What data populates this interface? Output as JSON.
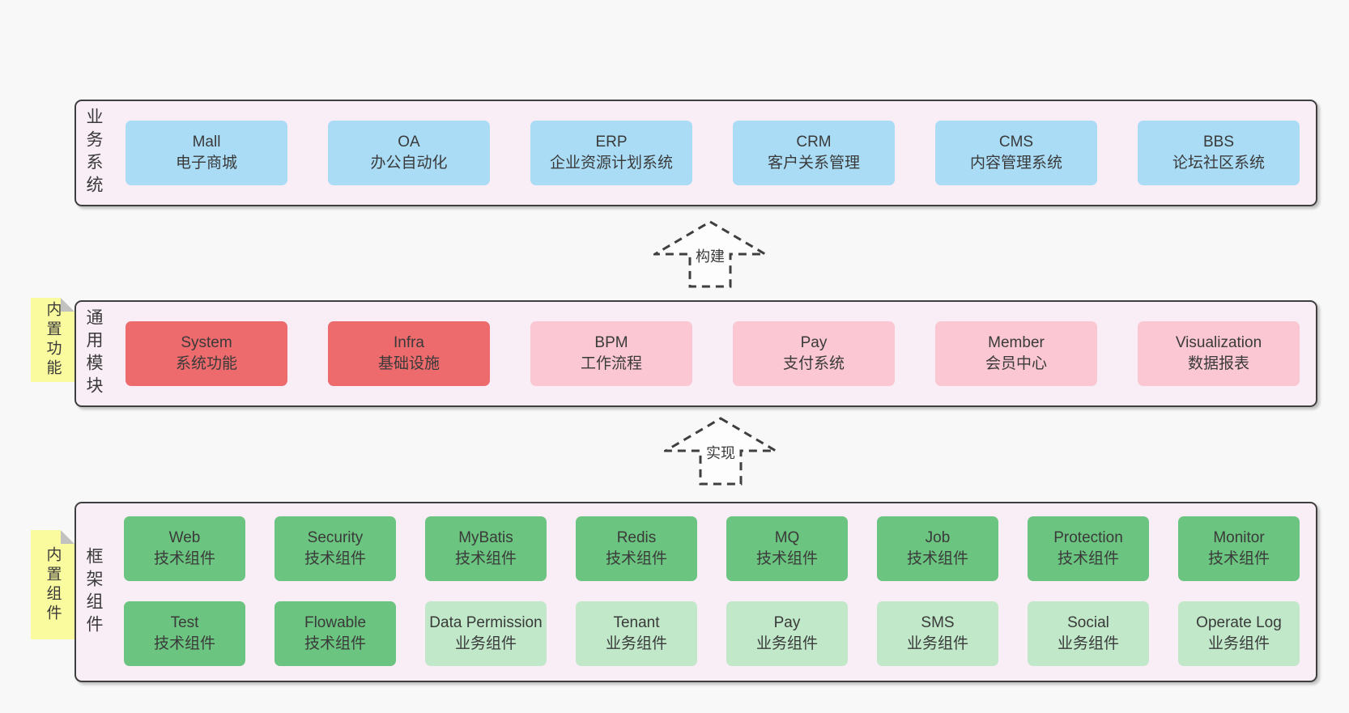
{
  "palette": {
    "page-bg": "#f8f8f8",
    "band-bg": "#f9edf6",
    "band-border": "#3f3f3f",
    "text": "#3a3a3a",
    "box-blue": "#aadcf6",
    "box-red": "#ed6a6d",
    "box-pink": "#fac7d2",
    "box-green": "#6bc47f",
    "box-lightgreen": "#c0e8c9",
    "sticky-yellow": "#fafa9e",
    "sticky-fold": "#c2c2c2",
    "arrow-fill": "#fdfdfd"
  },
  "diagram": {
    "bands": [
      {
        "label": "业务系统",
        "boxes": [
          {
            "name": "Mall",
            "desc": "电子商城",
            "type": "blue"
          },
          {
            "name": "OA",
            "desc": "办公自动化",
            "type": "blue"
          },
          {
            "name": "ERP",
            "desc": "企业资源计划系统",
            "type": "blue"
          },
          {
            "name": "CRM",
            "desc": "客户关系管理",
            "type": "blue"
          },
          {
            "name": "CMS",
            "desc": "内容管理系统",
            "type": "blue"
          },
          {
            "name": "BBS",
            "desc": "论坛社区系统",
            "type": "blue"
          }
        ]
      },
      {
        "label": "通用模块",
        "sticky": "内置功能",
        "boxes": [
          {
            "name": "System",
            "desc": "系统功能",
            "type": "red"
          },
          {
            "name": "Infra",
            "desc": "基础设施",
            "type": "red"
          },
          {
            "name": "BPM",
            "desc": "工作流程",
            "type": "pink"
          },
          {
            "name": "Pay",
            "desc": "支付系统",
            "type": "pink"
          },
          {
            "name": "Member",
            "desc": "会员中心",
            "type": "pink"
          },
          {
            "name": "Visualization",
            "desc": "数据报表",
            "type": "pink"
          }
        ]
      },
      {
        "label": "框架组件",
        "sticky": "内置组件",
        "rows": [
          [
            {
              "name": "Web",
              "desc": "技术组件",
              "type": "green"
            },
            {
              "name": "Security",
              "desc": "技术组件",
              "type": "green"
            },
            {
              "name": "MyBatis",
              "desc": "技术组件",
              "type": "green"
            },
            {
              "name": "Redis",
              "desc": "技术组件",
              "type": "green"
            },
            {
              "name": "MQ",
              "desc": "技术组件",
              "type": "green"
            },
            {
              "name": "Job",
              "desc": "技术组件",
              "type": "green"
            },
            {
              "name": "Protection",
              "desc": "技术组件",
              "type": "green"
            },
            {
              "name": "Monitor",
              "desc": "技术组件",
              "type": "green"
            }
          ],
          [
            {
              "name": "Test",
              "desc": "技术组件",
              "type": "green"
            },
            {
              "name": "Flowable",
              "desc": "技术组件",
              "type": "green"
            },
            {
              "name": "Data Permission",
              "desc": "业务组件",
              "type": "lightgreen"
            },
            {
              "name": "Tenant",
              "desc": "业务组件",
              "type": "lightgreen"
            },
            {
              "name": "Pay",
              "desc": "业务组件",
              "type": "lightgreen"
            },
            {
              "name": "SMS",
              "desc": "业务组件",
              "type": "lightgreen"
            },
            {
              "name": "Social",
              "desc": "业务组件",
              "type": "lightgreen"
            },
            {
              "name": "Operate Log",
              "desc": "业务组件",
              "type": "lightgreen"
            }
          ]
        ]
      }
    ],
    "arrows": [
      {
        "label": "构建"
      },
      {
        "label": "实现"
      }
    ]
  }
}
